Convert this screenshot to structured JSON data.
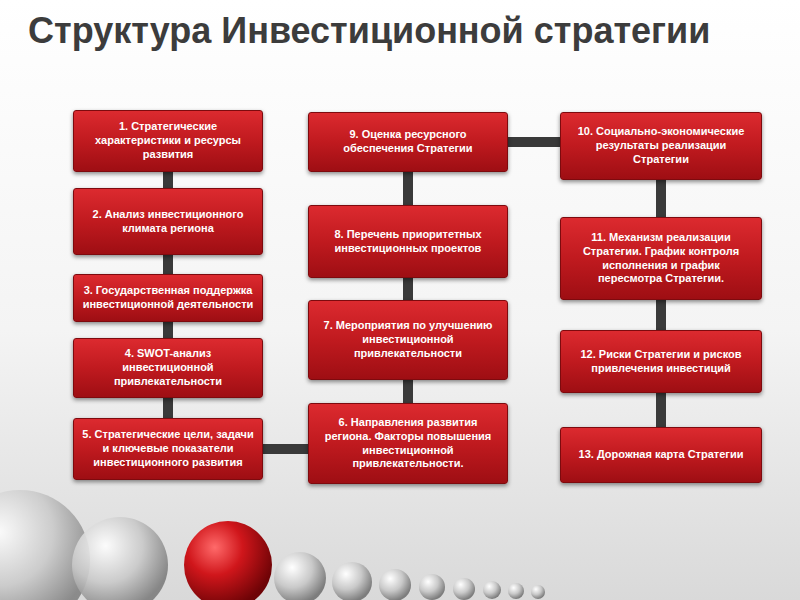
{
  "diagram": {
    "title": "Структура Инвестиционной стратегии",
    "nodes": [
      {
        "text": [
          "1. Стратегические характеристики и ресурсы развития"
        ]
      },
      {
        "text": [
          "2. Анализ инвестиционного климата региона"
        ]
      },
      {
        "text": [
          "3. Государственная поддержка инвестиционной деятельности"
        ]
      },
      {
        "text": [
          "4. SWOT-анализ инвестиционной привлекательности"
        ]
      },
      {
        "text": [
          "5. Стратегические цели, задачи и ключевые показатели инвестиционного развития"
        ]
      },
      {
        "text": [
          "6. Направления развития региона. Факторы повышения инвестиционной привлекательности."
        ]
      },
      {
        "text": [
          "7. Мероприятия по улучшению инвестиционной привлекательности"
        ]
      },
      {
        "text": [
          "8. Перечень приоритетных инвестиционных проектов"
        ]
      },
      {
        "text": [
          "9. Оценка ресурсного обеспечения Стратегии"
        ]
      },
      {
        "text": [
          "10. Социально-экономические результаты реализации Стратегии"
        ]
      },
      {
        "text": [
          "11. Механизм реализации Стратегии. График контроля исполнения и график пересмотра Стратегии."
        ]
      },
      {
        "text": [
          "12. Риски Стратегии и рисков привлечения инвестиций"
        ]
      },
      {
        "text": [
          "13. Дорожная карта Стратегии"
        ]
      }
    ],
    "edges": [
      {
        "from": 0,
        "to": 1,
        "arrow": "none"
      },
      {
        "from": 1,
        "to": 2,
        "arrow": "none"
      },
      {
        "from": 2,
        "to": 3,
        "arrow": "none"
      },
      {
        "from": 3,
        "to": 4,
        "arrow": "none"
      },
      {
        "from": 4,
        "to": 5,
        "arrow": "none"
      },
      {
        "from": 5,
        "to": 6,
        "arrow": "none"
      },
      {
        "from": 6,
        "to": 7,
        "arrow": "none"
      },
      {
        "from": 7,
        "to": 8,
        "arrow": "none"
      },
      {
        "from": 8,
        "to": 9,
        "arrow": "none"
      },
      {
        "from": 9,
        "to": 10,
        "arrow": "none"
      },
      {
        "from": 10,
        "to": 11,
        "arrow": "none"
      },
      {
        "from": 11,
        "to": 12,
        "arrow": "none"
      }
    ]
  }
}
